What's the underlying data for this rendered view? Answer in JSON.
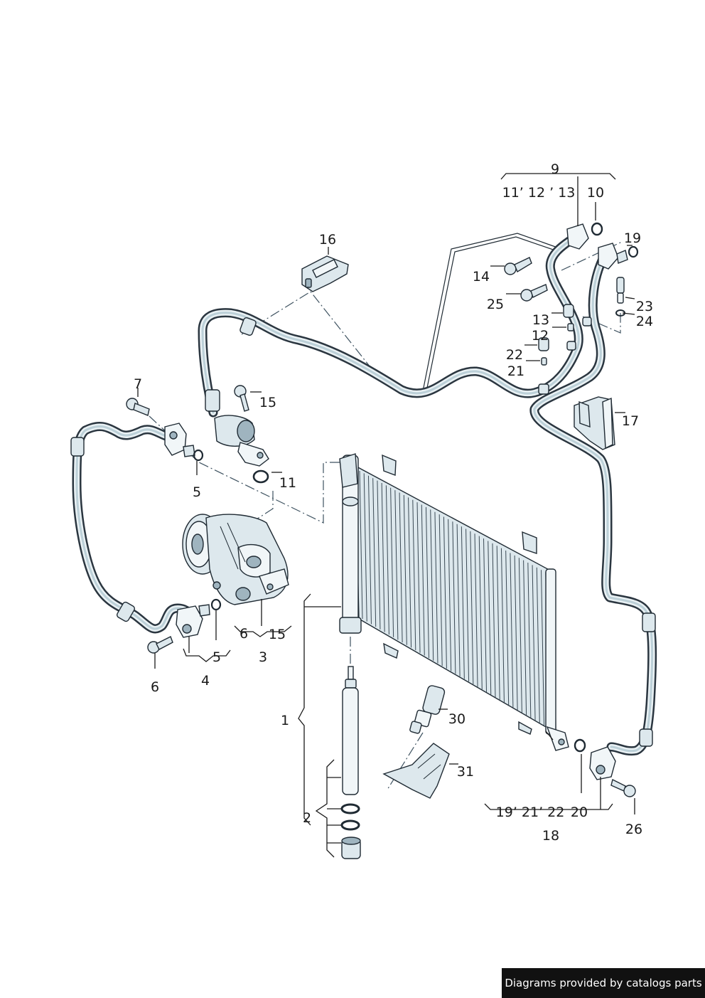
{
  "diagram": {
    "callouts": {
      "c9": "9",
      "c11_12_13": "11’ 12 ’ 13",
      "c10": "10",
      "c16": "16",
      "c19_top": "19",
      "c14": "14",
      "c25": "25",
      "c23": "23",
      "c24": "24",
      "c13": "13",
      "c12": "12",
      "c22": "22",
      "c21": "21",
      "c7": "7",
      "c15_top": "15",
      "c17": "17",
      "c5_top": "5",
      "c11": "11",
      "c6_15_a": "6",
      "c6_15_b": "15",
      "c3": "3",
      "c5_bottom": "5",
      "c4": "4",
      "c6_bottom": "6",
      "c30": "30",
      "c1": "1",
      "c31": "31",
      "c2": "2",
      "c19_21_22": "19’ 21’ 22",
      "c20": "20",
      "c26": "26",
      "c18": "18"
    }
  },
  "footer": {
    "credit": "Diagrams provided by catalogs parts"
  }
}
